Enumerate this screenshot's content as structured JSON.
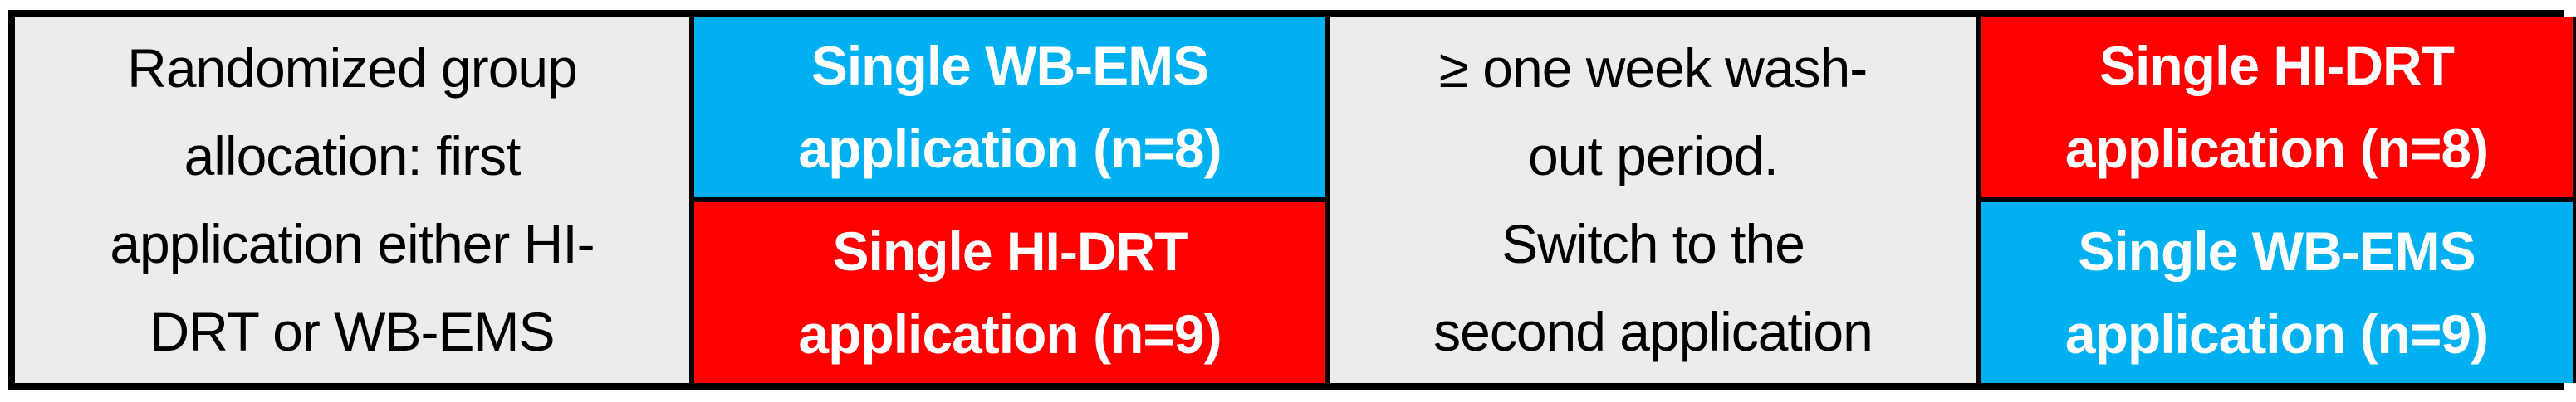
{
  "figure": {
    "description": "Crossover study design flow with four panels",
    "colors": {
      "figure-background": "#FFFFFF",
      "panel-gray": "#ECECEC",
      "border-black": "#000000",
      "accent-blue": "#00B0F0",
      "accent-red": "#FF0000",
      "box-text": "#FFFFFF",
      "panel-text": "#000000"
    },
    "panels": [
      {
        "kind": "text-panel",
        "label": "Randomized group allocation: first application either HI-DRT or WB-EMS",
        "lines": [
          "Randomized group",
          "allocation: first",
          "application either HI-",
          "DRT or WB-EMS"
        ]
      },
      {
        "kind": "stacked-boxes",
        "boxes": [
          {
            "color_name": "blue",
            "color_hex": "#00B0F0",
            "label": "Single WB-EMS application (n=8)",
            "lines": [
              "Single WB-EMS",
              "application (n=8)"
            ],
            "n": 8
          },
          {
            "color_name": "red",
            "color_hex": "#FF0000",
            "label": "Single HI-DRT application (n=9)",
            "lines": [
              "Single HI-DRT",
              "application (n=9)"
            ],
            "n": 9
          }
        ]
      },
      {
        "kind": "text-panel",
        "label": "≥ one week wash-out period. Switch to the second application",
        "lines": [
          "≥ one week wash-",
          "out period.",
          "Switch to the",
          "second application"
        ]
      },
      {
        "kind": "stacked-boxes",
        "boxes": [
          {
            "color_name": "red",
            "color_hex": "#FF0000",
            "label": "Single HI-DRT application (n=8)",
            "lines": [
              "Single HI-DRT",
              "application (n=8)"
            ],
            "n": 8
          },
          {
            "color_name": "blue",
            "color_hex": "#00B0F0",
            "label": "Single WB-EMS application (n=9)",
            "lines": [
              "Single WB-EMS",
              "application (n=9)"
            ],
            "n": 9
          }
        ]
      }
    ]
  }
}
